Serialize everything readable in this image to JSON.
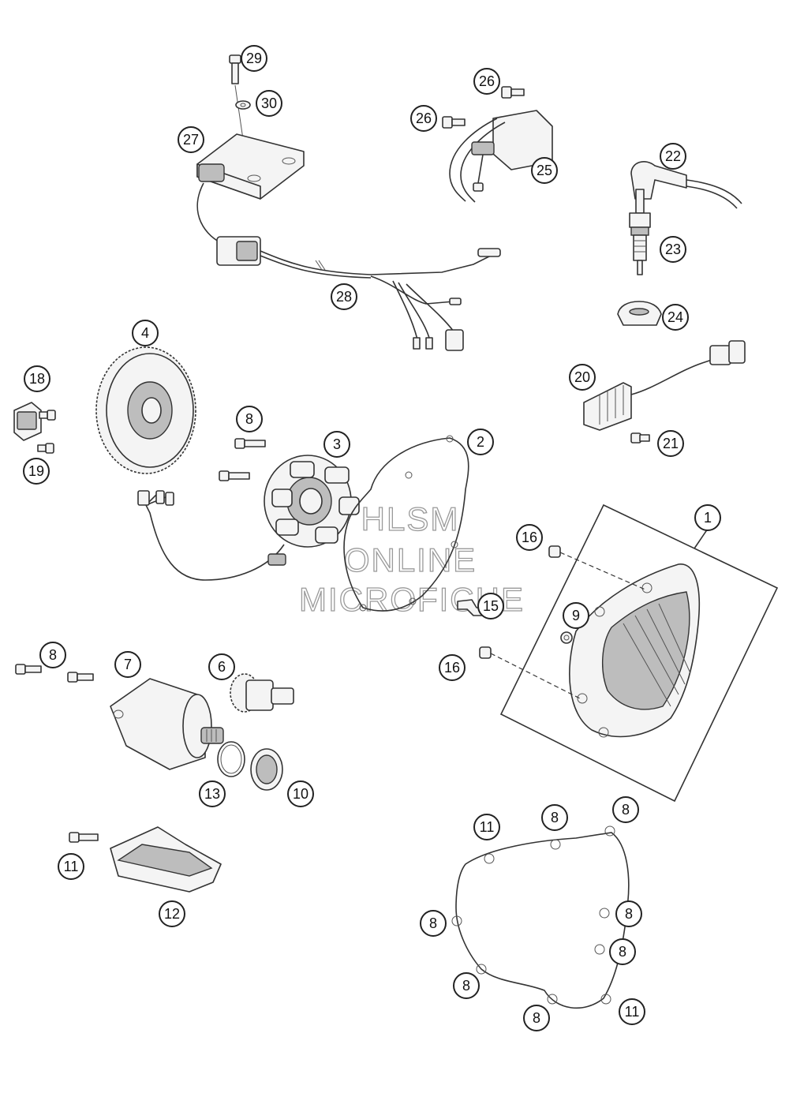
{
  "watermark": [
    "HLSM",
    "ONLINE",
    "MICROFICHE"
  ],
  "callouts": [
    "1",
    "2",
    "3",
    "4",
    "6",
    "7",
    "8",
    "9",
    "10",
    "11",
    "12",
    "13",
    "15",
    "16",
    "18",
    "19",
    "20",
    "21",
    "22",
    "23",
    "24",
    "25",
    "26",
    "27",
    "28",
    "29",
    "30"
  ],
  "parts": [
    {
      "num": "1",
      "part": "ignition-cover-assembly"
    },
    {
      "num": "2",
      "part": "cover-gasket"
    },
    {
      "num": "3",
      "part": "stator"
    },
    {
      "num": "4",
      "part": "flywheel-rotor"
    },
    {
      "num": "6",
      "part": "starter-drive-gear"
    },
    {
      "num": "7",
      "part": "starter-motor"
    },
    {
      "num": "8",
      "part": "bolt"
    },
    {
      "num": "9",
      "part": "plug"
    },
    {
      "num": "10",
      "part": "starter-bushing"
    },
    {
      "num": "11",
      "part": "bolt"
    },
    {
      "num": "12",
      "part": "starter-guard"
    },
    {
      "num": "13",
      "part": "o-ring"
    },
    {
      "num": "15",
      "part": "cable-clip"
    },
    {
      "num": "16",
      "part": "dowel-sleeve"
    },
    {
      "num": "18",
      "part": "pickup-sensor"
    },
    {
      "num": "19",
      "part": "sensor-screw"
    },
    {
      "num": "20",
      "part": "voltage-regulator"
    },
    {
      "num": "21",
      "part": "regulator-screw"
    },
    {
      "num": "22",
      "part": "spark-plug-connector"
    },
    {
      "num": "23",
      "part": "spark-plug"
    },
    {
      "num": "24",
      "part": "plug-seal"
    },
    {
      "num": "25",
      "part": "ignition-coil"
    },
    {
      "num": "26",
      "part": "coil-bolt"
    },
    {
      "num": "27",
      "part": "ecu-module"
    },
    {
      "num": "28",
      "part": "wiring-harness"
    },
    {
      "num": "29",
      "part": "ecu-bolt"
    },
    {
      "num": "30",
      "part": "washer"
    }
  ]
}
